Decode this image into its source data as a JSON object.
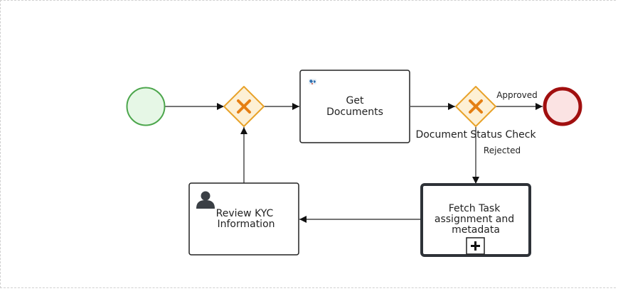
{
  "diagram": {
    "tasks": {
      "get_documents": {
        "line1": "Get",
        "line2": "Documents"
      },
      "review_kyc": {
        "line1": "Review KYC",
        "line2": "Information"
      },
      "fetch_task": {
        "line1": "Fetch Task",
        "line2": "assignment and",
        "line3": "metadata"
      }
    },
    "gateway_label": "Document Status Check",
    "flows": {
      "approved": "Approved",
      "rejected": "Rejected"
    },
    "colors": {
      "start_fill": "#e6f7e6",
      "start_stroke": "#4ca64c",
      "end_fill": "#fbe3e3",
      "end_stroke": "#a10f0f",
      "gateway_fill": "#fdf0d5",
      "gateway_stroke": "#e8a22a",
      "gateway_x": "#e57f13"
    },
    "icons": {
      "service_task": "world-map-icon",
      "user_task": "user-icon",
      "subprocess": "plus-icon"
    }
  }
}
